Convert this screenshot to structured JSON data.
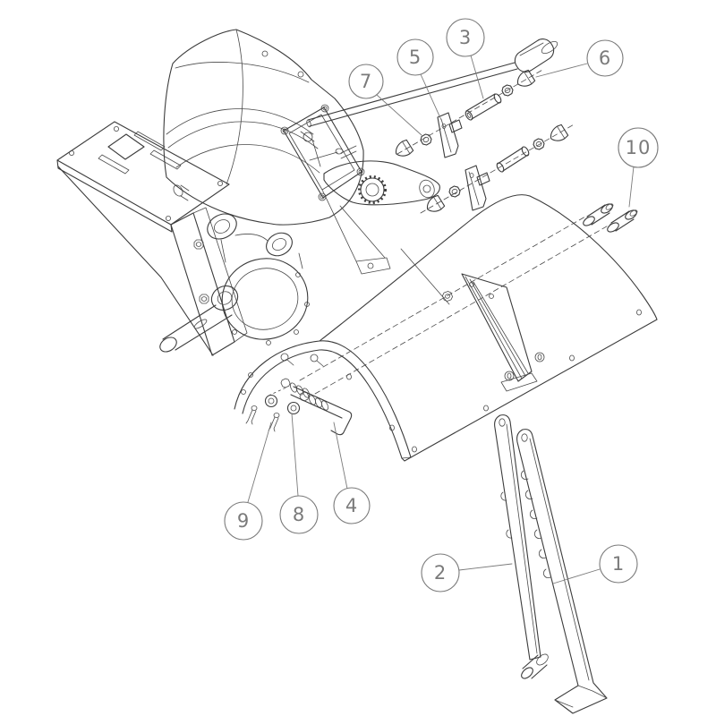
{
  "figure": {
    "kind": "exploded-parts-line-diagram",
    "background": "#ffffff"
  },
  "colors": {
    "drawing_line": "#3c3c3c",
    "callout_circle": "#7a7a7a",
    "callout_text": "#7a7a7a"
  },
  "callouts": [
    {
      "label": "1"
    },
    {
      "label": "2"
    },
    {
      "label": "3"
    },
    {
      "label": "4"
    },
    {
      "label": "5"
    },
    {
      "label": "6"
    },
    {
      "label": "7"
    },
    {
      "label": "8"
    },
    {
      "label": "9"
    },
    {
      "label": "10"
    }
  ]
}
